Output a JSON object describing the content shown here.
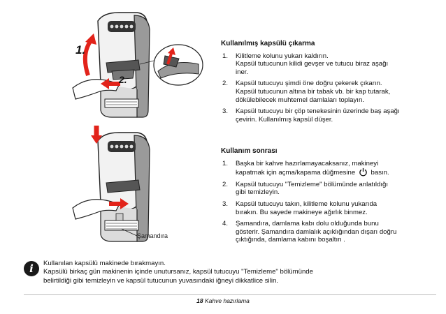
{
  "step_labels": {
    "step1": "1.",
    "step2": "2.",
    "float": "Şamandıra"
  },
  "remove_section": {
    "title": "Kullanılmış kapsülü çıkarma",
    "items": [
      {
        "num": "1.",
        "lines": [
          "Kilitleme kolunu yukarı kaldırın.",
          "Kapsül tutucunun kilidi gevşer ve tutucu biraz aşağı",
          "iner."
        ]
      },
      {
        "num": "2.",
        "lines": [
          "Kapsül tutucuyu şimdi öne doğru çekerek çıkarın.",
          "Kapsül tutucunun altına bir tabak vb. bir kap tutarak,",
          "dökülebilecek muhtemel damlaları toplayın."
        ]
      },
      {
        "num": "3.",
        "lines": [
          "Kapsül tutucuyu bir çöp tenekesinin üzerinde baş aşağı",
          "çevirin. Kullanılmış kapsül düşer."
        ]
      }
    ]
  },
  "after_section": {
    "title": "Kullanım sonrası",
    "item1": {
      "num": "1.",
      "line1": "Başka bir kahve hazırlamayacaksanız, makineyi",
      "line2_before": "kapatmak için açma/kapama düğmesine",
      "line2_after": "basın."
    },
    "items": [
      {
        "num": "2.",
        "lines": [
          "Kapsül tutucuyu \"Temizleme\" bölümünde anlatıldığı",
          "gibi temizleyin."
        ]
      },
      {
        "num": "3.",
        "lines": [
          "Kapsül tutucuyu takın, kilitleme kolunu yukarıda",
          "bırakın. Bu sayede makineye ağırlık binmez."
        ]
      },
      {
        "num": "4.",
        "lines": [
          "Şamandıra, damlama kabı dolu olduğunda bunu",
          "gösterir. Şamandıra damlalık açıklığından dışarı doğru",
          "çıktığında, damlama kabını boşaltın ."
        ]
      }
    ]
  },
  "note": {
    "icon": "info-icon",
    "icon_glyph": "i",
    "lines": [
      "Kullanılan kapsülü makinede bırakmayın.",
      "Kapsülü birkaç gün makinenin içinde unutursanız, kapsül tutucuyu \"Temizleme\" bölümünde",
      "belirtildiği gibi temizleyin ve kapsül tutucunun yuvasındaki iğneyi dikkatlice silin."
    ]
  },
  "footer": {
    "page": "18",
    "chapter": "Kahve hazırlama"
  },
  "colors": {
    "arrow_red": "#e2231a",
    "text": "#111111",
    "rule": "#bdbdbd"
  }
}
